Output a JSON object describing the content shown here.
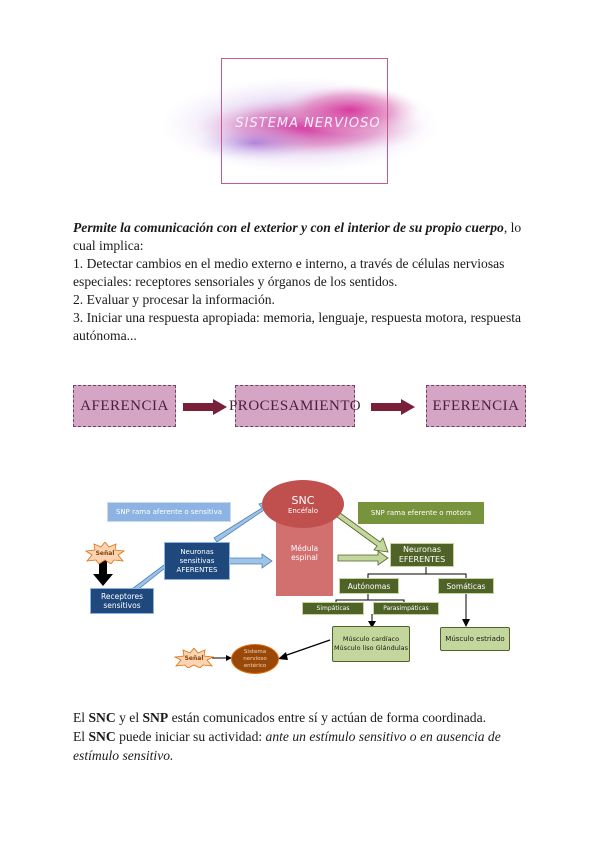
{
  "header": {
    "title": "SISTEMA NERVIOSO"
  },
  "intro": {
    "lead_bold": "Permite la comunicación con el exterior y con el interior de su propio cuerpo",
    "lead_rest": ", lo cual implica:",
    "items": [
      "1. Detectar cambios en el medio externo e interno, a través de células nerviosas especiales: receptores sensoriales  y órganos de los sentidos.",
      "2. Evaluar y procesar la información.",
      "3. Iniciar una respuesta apropiada: memoria, lenguaje, respuesta motora, respuesta autónoma..."
    ]
  },
  "flow": {
    "step1": "AFERENCIA",
    "step2": "PROCESAMIENTO",
    "step3": "EFERENCIA"
  },
  "diagram": {
    "snc": "SNC",
    "encefalo": "Encéfalo",
    "medula": "Médula espinal",
    "snp_aferente": "SNP rama aferente o sensitiva",
    "snp_eferente": "SNP rama eferente o motora",
    "senal_top": "Señal",
    "senal_bottom": "Señal",
    "receptores": "Receptores sensitivos",
    "neuronas_aferentes": "Neuronas sensitivas AFERENTES",
    "neuronas_eferentes": "Neuronas EFERENTES",
    "autonomas": "Autónomas",
    "somaticas": "Somáticas",
    "simpaticas": "Simpáticas",
    "parasimpaticas": "Parasimpáticas",
    "musculo_cardiaco": "Músculo cardíaco Músculo liso Glándulas",
    "musculo_estriado": "Músculo estriado",
    "sistema_enterico": "Sistema nervioso entérico"
  },
  "bottom": {
    "l1_a": "El ",
    "l1_b": "SNC",
    "l1_c": " y el ",
    "l1_d": "SNP",
    "l1_e": " están comunicados entre sí y actúan de forma coordinada.",
    "l2_a": "El ",
    "l2_b": "SNC",
    "l2_c": " puede iniciar su actividad: ",
    "l2_d": "ante un estímulo sensitivo o en ausencia de estímulo sensitivo."
  },
  "colors": {
    "pink": "#d5a5c6",
    "dark_red": "#7a1f3a",
    "green": "#9bbb59",
    "dark_green": "#4f6228",
    "blue": "#4f81bd",
    "red": "#c0504d",
    "brown": "#984807"
  }
}
